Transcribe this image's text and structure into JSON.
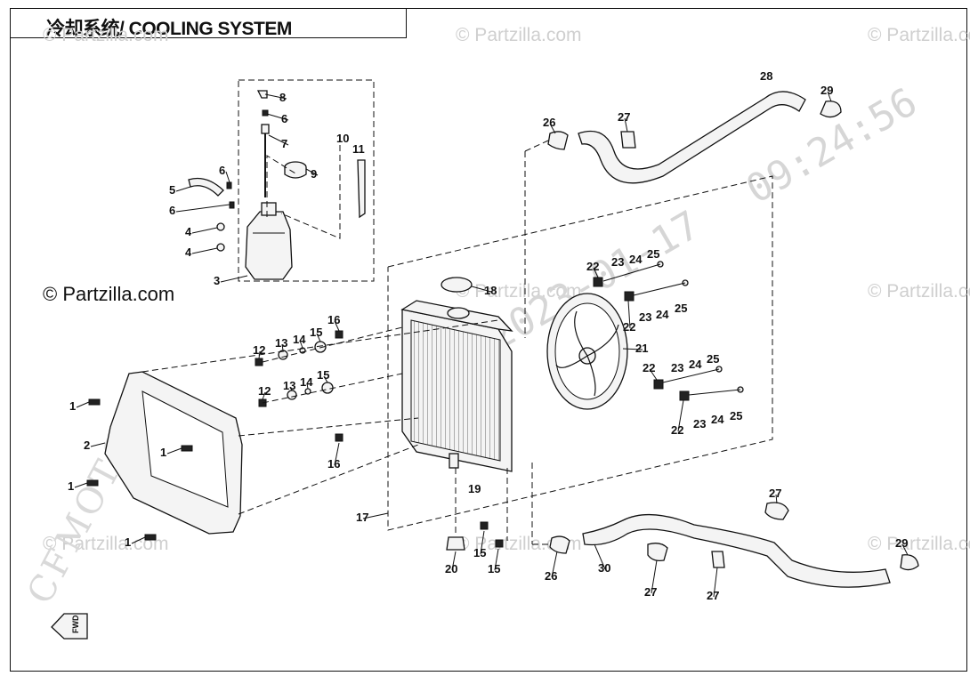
{
  "header": {
    "title": "冷却系统/ COOLING SYSTEM"
  },
  "watermarks": {
    "site_small": "© Partzilla.com",
    "site_main": "© Partzilla.com",
    "brand": "CFMOTO",
    "date": "2023-01-17",
    "time": "09:24:56"
  },
  "fwd_label": "FWD",
  "callouts": [
    {
      "id": "c8",
      "label": "8"
    },
    {
      "id": "c6a",
      "label": "6"
    },
    {
      "id": "c7",
      "label": "7"
    },
    {
      "id": "c10",
      "label": "10"
    },
    {
      "id": "c11",
      "label": "11"
    },
    {
      "id": "c9",
      "label": "9"
    },
    {
      "id": "c6b",
      "label": "6"
    },
    {
      "id": "c5",
      "label": "5"
    },
    {
      "id": "c6c",
      "label": "6"
    },
    {
      "id": "c4a",
      "label": "4"
    },
    {
      "id": "c4b",
      "label": "4"
    },
    {
      "id": "c3",
      "label": "3"
    },
    {
      "id": "c18",
      "label": "18"
    },
    {
      "id": "c16a",
      "label": "16"
    },
    {
      "id": "c12a",
      "label": "12"
    },
    {
      "id": "c13a",
      "label": "13"
    },
    {
      "id": "c14a",
      "label": "14"
    },
    {
      "id": "c15a",
      "label": "15"
    },
    {
      "id": "c12b",
      "label": "12"
    },
    {
      "id": "c13b",
      "label": "13"
    },
    {
      "id": "c14b",
      "label": "14"
    },
    {
      "id": "c15b",
      "label": "15"
    },
    {
      "id": "c1a",
      "label": "1"
    },
    {
      "id": "c2",
      "label": "2"
    },
    {
      "id": "c1b",
      "label": "1"
    },
    {
      "id": "c1c",
      "label": "1"
    },
    {
      "id": "c1d",
      "label": "1"
    },
    {
      "id": "c16b",
      "label": "16"
    },
    {
      "id": "c19",
      "label": "19"
    },
    {
      "id": "c17",
      "label": "17"
    },
    {
      "id": "c20",
      "label": "20"
    },
    {
      "id": "c15c",
      "label": "15"
    },
    {
      "id": "c15d",
      "label": "15"
    },
    {
      "id": "c26a",
      "label": "26"
    },
    {
      "id": "c27a",
      "label": "27"
    },
    {
      "id": "c28",
      "label": "28"
    },
    {
      "id": "c29a",
      "label": "29"
    },
    {
      "id": "c22a",
      "label": "22"
    },
    {
      "id": "c23a",
      "label": "23"
    },
    {
      "id": "c24a",
      "label": "24"
    },
    {
      "id": "c25a",
      "label": "25"
    },
    {
      "id": "c22b",
      "label": "22"
    },
    {
      "id": "c23b",
      "label": "23"
    },
    {
      "id": "c24b",
      "label": "24"
    },
    {
      "id": "c25b",
      "label": "25"
    },
    {
      "id": "c21",
      "label": "21"
    },
    {
      "id": "c22c",
      "label": "22"
    },
    {
      "id": "c23c",
      "label": "23"
    },
    {
      "id": "c24c",
      "label": "24"
    },
    {
      "id": "c25c",
      "label": "25"
    },
    {
      "id": "c22d",
      "label": "22"
    },
    {
      "id": "c23d",
      "label": "23"
    },
    {
      "id": "c24d",
      "label": "24"
    },
    {
      "id": "c25d",
      "label": "25"
    },
    {
      "id": "c26b",
      "label": "26"
    },
    {
      "id": "c30",
      "label": "30"
    },
    {
      "id": "c27b",
      "label": "27"
    },
    {
      "id": "c27c",
      "label": "27"
    },
    {
      "id": "c27d",
      "label": "27"
    },
    {
      "id": "c29b",
      "label": "29"
    }
  ]
}
